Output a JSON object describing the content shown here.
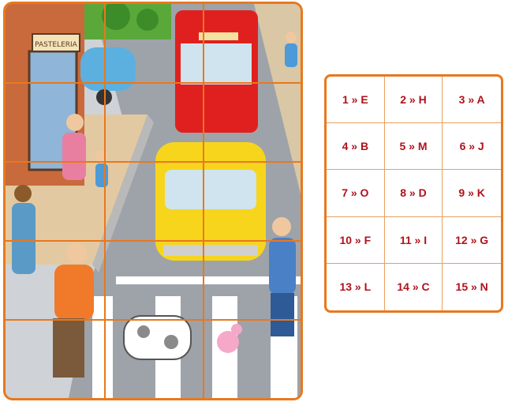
{
  "scene": {
    "shop_sign": "PASTELERIA"
  },
  "legend": {
    "cells": [
      {
        "label": "1 » E"
      },
      {
        "label": "2 » H"
      },
      {
        "label": "3 » A"
      },
      {
        "label": "4 » B"
      },
      {
        "label": "5 » M"
      },
      {
        "label": "6 » J"
      },
      {
        "label": "7 » O"
      },
      {
        "label": "8 » D"
      },
      {
        "label": "9 » K"
      },
      {
        "label": "10 » F"
      },
      {
        "label": "11 » I"
      },
      {
        "label": "12 » G"
      },
      {
        "label": "13 » L"
      },
      {
        "label": "14 » C"
      },
      {
        "label": "15 » N"
      }
    ]
  },
  "colors": {
    "accent": "#e8781e",
    "legend_text": "#b0121b",
    "bus": "#e0201e",
    "car": "#f7d51d"
  }
}
